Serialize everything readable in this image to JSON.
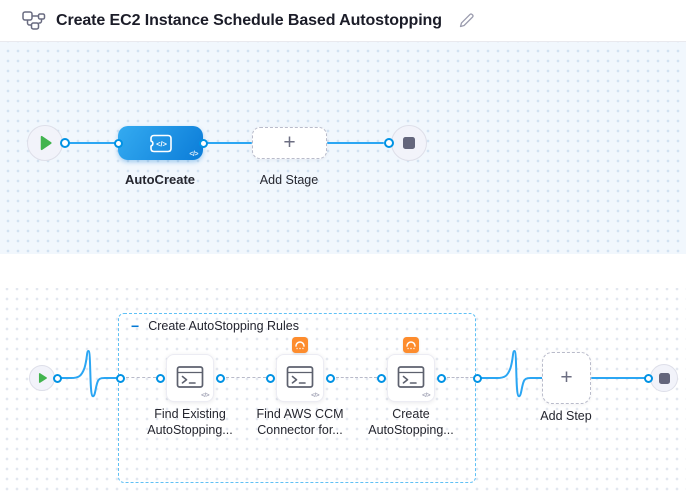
{
  "header": {
    "title": "Create EC2 Instance Schedule Based Autostopping"
  },
  "stage_pipeline": {
    "stage_name": "AutoCreate",
    "stage_code_glyph": "</>",
    "add_stage_label": "Add Stage",
    "add_glyph": "+"
  },
  "step_pipeline": {
    "group": {
      "collapse_glyph": "−",
      "title": "Create AutoStopping Rules"
    },
    "steps": [
      {
        "name_line1": "Find Existing",
        "name_line2": "AutoStopping...",
        "code_glyph": "</>"
      },
      {
        "name_line1": "Find AWS CCM",
        "name_line2": "Connector for...",
        "code_glyph": "</>"
      },
      {
        "name_line1": "Create",
        "name_line2": "AutoStopping...",
        "code_glyph": "</>"
      }
    ],
    "add_step_label": "Add Step",
    "add_glyph": "+"
  },
  "colors": {
    "accent_blue": "#0278d5",
    "link_blue": "#2ba6f3",
    "ring_blue": "#0092e4",
    "group_dash_blue": "#5fc0f5",
    "stage_gradient_start": "#34abf1",
    "stage_gradient_end": "#0b7cd8",
    "start_green": "#42b44f",
    "stop_grey": "#64667c",
    "badge_orange": "#fd8c2d",
    "canvas_top_bg": "#f1f7fd",
    "canvas_bottom_bg": "#ffffff"
  }
}
